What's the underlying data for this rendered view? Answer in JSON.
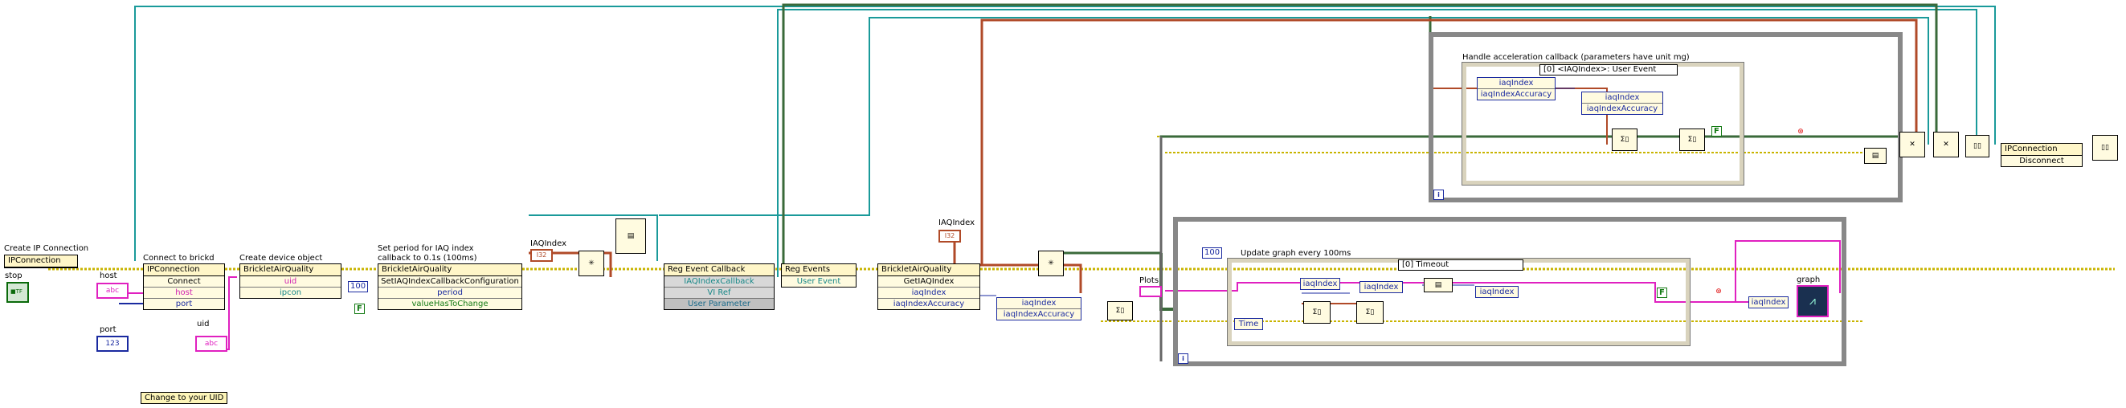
{
  "labels": {
    "create_ip": "Create IP Connection",
    "stop": "stop",
    "host": "host",
    "port": "port",
    "uid": "uid",
    "change_uid": "Change to your UID",
    "connect_brickd": "Connect to brickd",
    "create_device": "Create device object",
    "set_period": "Set period for IAQ index",
    "set_period2": "callback to 0.1s (100ms)",
    "iaq_index_a": "IAQIndex",
    "iaq_index_b": "IAQIndex",
    "plots": "Plots",
    "handle_accel": "Handle acceleration callback (parameters have unit mg)",
    "update_graph": "Update graph every 100ms",
    "graph": "graph"
  },
  "ipcon_create": {
    "title": "IPConnection"
  },
  "ipcon_connect": {
    "title": "IPConnection",
    "method": "Connect",
    "p1": "host",
    "p2": "port"
  },
  "device": {
    "title": "BrickletAirQuality",
    "p1": "uid",
    "p2": "ipcon"
  },
  "set_config": {
    "title": "BrickletAirQuality",
    "method": "SetIAQIndexCallbackConfiguration",
    "p1": "period",
    "p2": "valueHasToChange"
  },
  "reg_callback": {
    "title": "Reg Event Callback",
    "r1": "IAQIndexCallback",
    "r2": "VI Ref",
    "r3": "User Parameter"
  },
  "reg_events": {
    "title": "Reg Events",
    "r1": "User Event"
  },
  "get_iaq": {
    "title": "BrickletAirQuality",
    "method": "GetIAQIndex",
    "p1": "iaqIndex",
    "p2": "iaqIndexAccuracy"
  },
  "unbundle1": {
    "a": "iaqIndex",
    "b": "iaqIndexAccuracy"
  },
  "event_case": {
    "header": "[0] <IAQIndex>: User Event",
    "a": "iaqIndex",
    "b": "iaqIndexAccuracy",
    "c": "iaqIndex",
    "d": "iaqIndexAccuracy"
  },
  "timeout_case": {
    "header": "[0] Timeout",
    "a": "iaqIndex",
    "b": "iaqIndex",
    "c": "iaqIndex",
    "time": "Time"
  },
  "graph_node": {
    "label": "iaqIndex"
  },
  "ipcon_disconnect": {
    "title": "IPConnection",
    "method": "Disconnect"
  },
  "constants": {
    "c100a": "100",
    "c100b": "100",
    "cF1": "F",
    "cF2": "F",
    "cF3": "F",
    "iter": "i"
  },
  "terminals": {
    "host_term": "abc",
    "port_term": "123",
    "uid_term": "abc",
    "plots_term": "",
    "iaq_term_a": "I32",
    "iaq_term_b": "I32"
  },
  "colors": {
    "wire_yellow": "#c8b400",
    "wire_teal": "#1a9a9a",
    "wire_brown": "#b04a28",
    "wire_green": "#3a6a3a",
    "wire_pink": "#e020c0",
    "wire_blue": "#1a2aa0"
  }
}
